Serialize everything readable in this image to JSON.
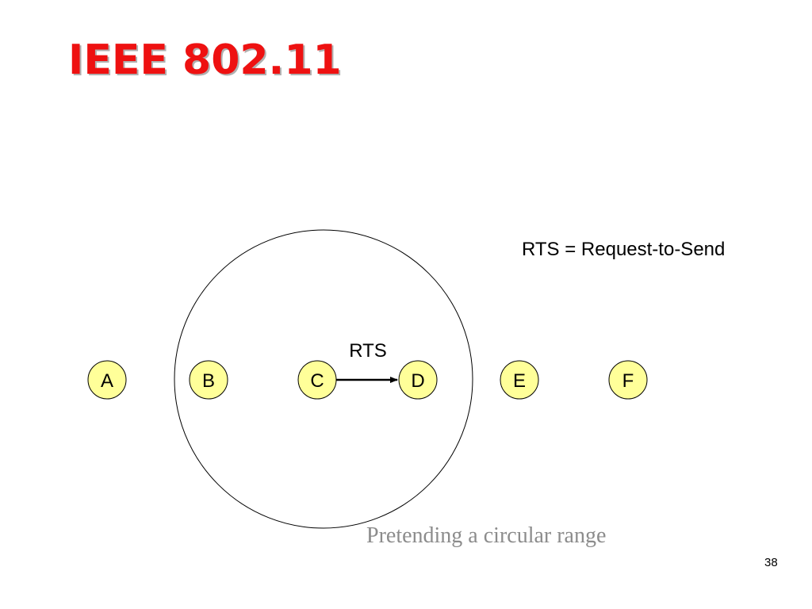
{
  "slide": {
    "title": "IEEE 802.11",
    "definition": "RTS = Request-to-Send",
    "caption": "Pretending a circular range",
    "page_number": "38"
  },
  "diagram": {
    "node_fill": "#ffff99",
    "node_stroke": "#000000",
    "nodes": [
      {
        "id": "A",
        "label": "A"
      },
      {
        "id": "B",
        "label": "B"
      },
      {
        "id": "C",
        "label": "C"
      },
      {
        "id": "D",
        "label": "D"
      },
      {
        "id": "E",
        "label": "E"
      },
      {
        "id": "F",
        "label": "F"
      }
    ],
    "edges": [
      {
        "from": "C",
        "to": "D",
        "label": "RTS",
        "directed": true
      }
    ],
    "range_circle": {
      "around": "C"
    }
  }
}
